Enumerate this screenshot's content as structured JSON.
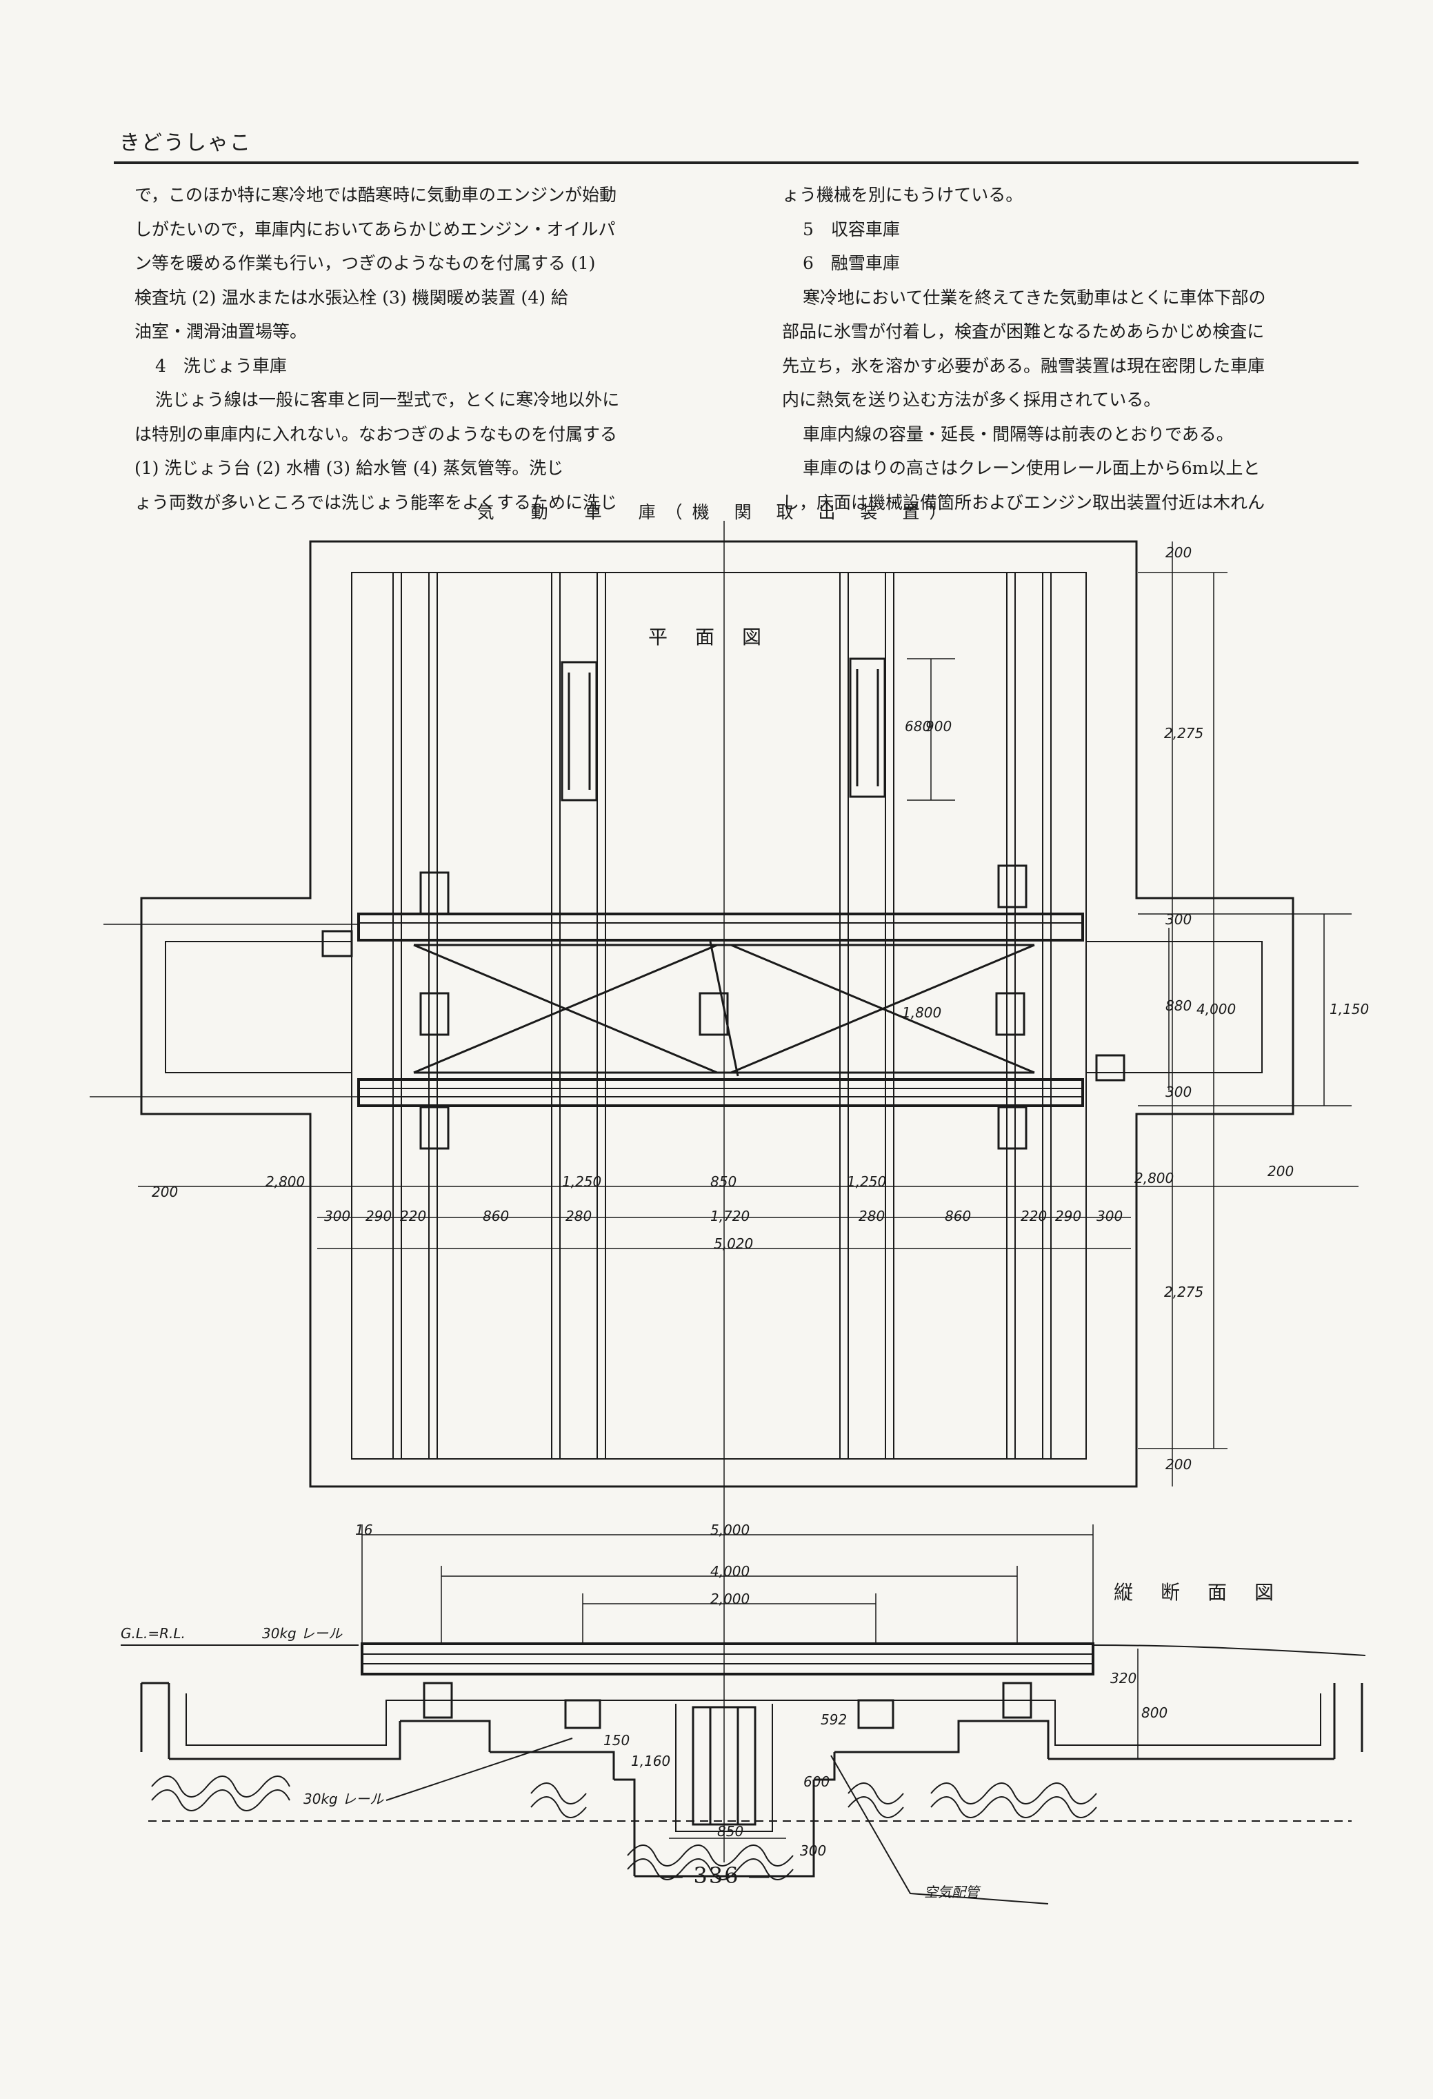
{
  "header": {
    "title": "きどうしゃこ"
  },
  "text_left": [
    "で，このほか特に寒冷地では酷寒時に気動車のエンジンが始動",
    "しがたいので，車庫内においてあらかじめエンジン・オイルパ",
    "ン等を暖める作業も行い，つぎのようなものを付属する (1)",
    "検査坑 (2) 温水または水張込栓 (3) 機関暖め装置 (4) 給",
    "油室・潤滑油置場等。",
    "4　洗じょう車庫",
    "洗じょう線は一般に客車と同一型式で，とくに寒冷地以外に",
    "は特別の車庫内に入れない。なおつぎのようなものを付属する",
    "(1) 洗じょう台 (2) 水槽 (3) 給水管 (4) 蒸気管等。洗じ",
    "ょう両数が多いところでは洗じょう能率をよくするために洗じ"
  ],
  "text_right": [
    "ょう機械を別にもうけている。",
    "5　収容車庫",
    "6　融雪車庫",
    "寒冷地において仕業を終えてきた気動車はとくに車体下部の",
    "部品に氷雪が付着し，検査が困難となるためあらかじめ検査に",
    "先立ち，氷を溶かす必要がある。融雪装置は現在密閉した車庫",
    "内に熱気を送り込む方法が多く採用されている。",
    "車庫内線の容量・延長・間隔等は前表のとおりである。",
    "車庫のはりの高さはクレーン使用レール面上から6m以上と",
    "し，床面は機械設備箇所およびエンジン取出装置付近は木れん"
  ],
  "figure": {
    "caption": "気　動　車　庫（機 関 取 出 装 置）",
    "plan_label": "平　面　図",
    "section_label": "縦　断　面　図",
    "dims": {
      "d200_top": "200",
      "d2275_top": "2,275",
      "d2275_bot": "2,275",
      "d200_bot": "200",
      "d300_a": "300",
      "d300_b": "300",
      "d880": "880",
      "d1800": "1,800",
      "d4000": "4,000",
      "d1150": "1,150",
      "d680": "680",
      "d900": "900",
      "row1": [
        "200",
        "2,800",
        "1,250",
        "850",
        "1,250",
        "2,800",
        "200"
      ],
      "row2": [
        "300",
        "290",
        "220",
        "860",
        "280",
        "1,720",
        "280",
        "860",
        "220",
        "290",
        "300"
      ],
      "total": "5,020",
      "s5000": "5,000",
      "s4000": "4,000",
      "s2000": "2,000",
      "s850": "850",
      "s320": "320",
      "s800": "800",
      "s600": "600",
      "s592": "592",
      "s150": "150",
      "s300": "300",
      "s1160": "1,160",
      "s16": "16"
    },
    "notes": {
      "gl": "G.L.=R.L.",
      "rail_top": "30kg レール",
      "rail_bottom": "30kg レール",
      "air": "空気配管"
    }
  },
  "page_number": "— 336 —"
}
